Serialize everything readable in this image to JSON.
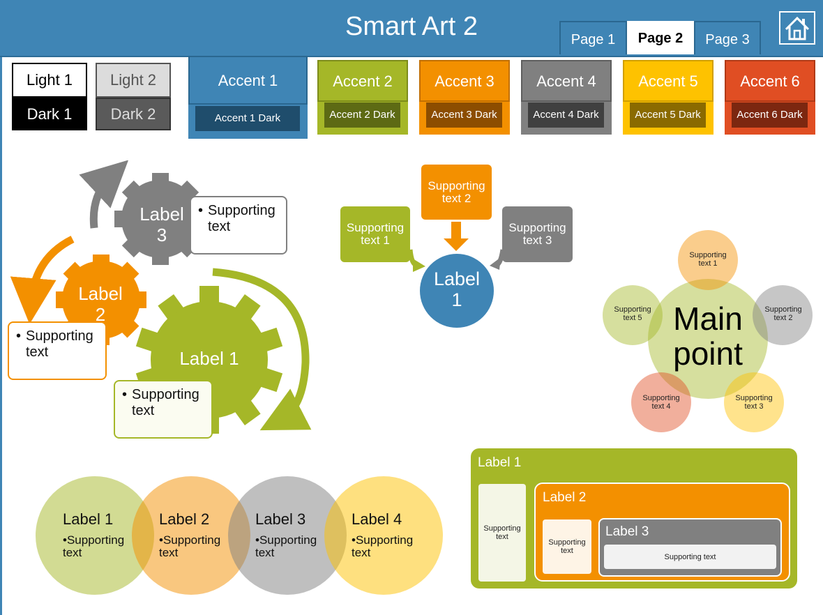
{
  "header": {
    "title": "Smart Art 2"
  },
  "tabs": [
    {
      "label": "Page 1",
      "active": false
    },
    {
      "label": "Page 2",
      "active": true
    },
    {
      "label": "Page 3",
      "active": false
    }
  ],
  "swatches": {
    "light1": "Light 1",
    "dark1": "Dark 1",
    "light2": "Light 2",
    "dark2": "Dark 2",
    "accents": [
      {
        "label": "Accent 1",
        "dark": "Accent 1 Dark",
        "color": "#3f85b5",
        "dark_color": "#1f4d6c"
      },
      {
        "label": "Accent 2",
        "dark": "Accent 2 Dark",
        "color": "#a5b728",
        "dark_color": "#5d6a14"
      },
      {
        "label": "Accent 3",
        "dark": "Accent 3 Dark",
        "color": "#f39000",
        "dark_color": "#8c4d00"
      },
      {
        "label": "Accent 4",
        "dark": "Accent 4 Dark",
        "color": "#808080",
        "dark_color": "#404040"
      },
      {
        "label": "Accent 5",
        "dark": "Accent 5 Dark",
        "color": "#fec200",
        "dark_color": "#8a6a00"
      },
      {
        "label": "Accent 6",
        "dark": "Accent 6 Dark",
        "color": "#e04e23",
        "dark_color": "#7c2710"
      }
    ]
  },
  "gears": {
    "label1": "Label 1",
    "label2": "Label 2",
    "label3": "Label 3",
    "sup": [
      "Supporting",
      "text"
    ]
  },
  "flow": {
    "center": "Label 1",
    "s1": "Supporting text 1",
    "s2": "Supporting text 2",
    "s3": "Supporting text 3"
  },
  "radial": {
    "main": "Main point",
    "items": [
      "Supporting text 1",
      "Supporting text 2",
      "Supporting text 3",
      "Supporting text 4",
      "Supporting text 5"
    ]
  },
  "venn": {
    "items": [
      {
        "label": "Label 1",
        "text": "Supporting text"
      },
      {
        "label": "Label 2",
        "text": "Supporting text"
      },
      {
        "label": "Label 3",
        "text": "Supporting text"
      },
      {
        "label": "Label 4",
        "text": "Supporting text"
      }
    ]
  },
  "nested": {
    "label1": "Label 1",
    "label2": "Label 2",
    "label3": "Label 3",
    "sup1": "Supporting text",
    "sup2": "Supporting text",
    "sup3": "Supporting text"
  }
}
